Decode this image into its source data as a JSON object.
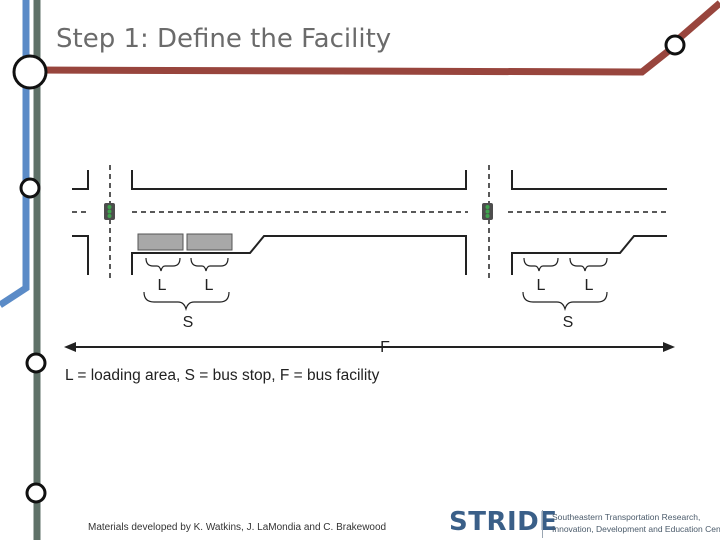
{
  "slide": {
    "title": "Step 1: Define the Facility",
    "credit": "Materials developed by K. Watkins, J. LaMondia and C. Brakewood"
  },
  "diagram": {
    "loading_label": "L",
    "stop_label": "S",
    "facility_label": "F",
    "legend": "L = loading area, S = bus stop, F = bus facility"
  },
  "logo": {
    "name": "STRIDE",
    "tagline_1": "Southeastern Transportation Research,",
    "tagline_2": "Innovation, Development and Education Center"
  },
  "colors": {
    "track_blue": "#5b8bc7",
    "track_gray": "#5f7168",
    "track_red": "#98453d",
    "bus": "#a8a8a8",
    "logo": "#3a5f88"
  }
}
